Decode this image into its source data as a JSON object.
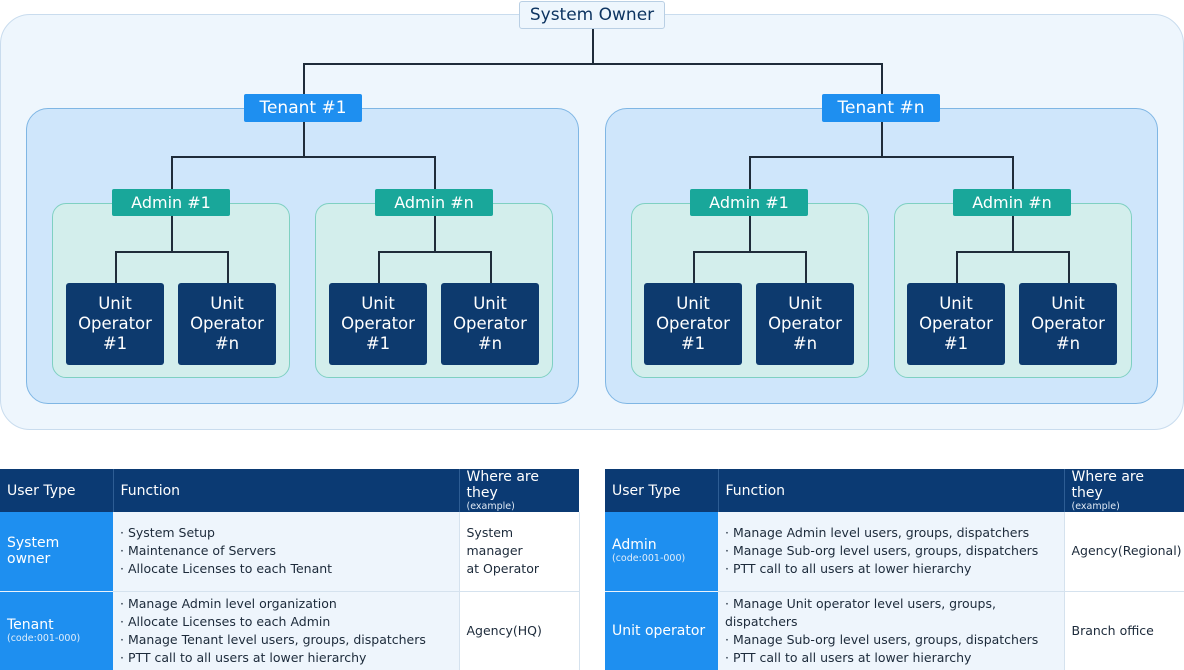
{
  "hierarchy": {
    "owner": "System Owner",
    "tenants": [
      {
        "label": "Tenant #1",
        "admins": [
          {
            "label": "Admin #1",
            "units": [
              [
                "Unit",
                "Operator",
                "#1"
              ],
              [
                "Unit",
                "Operator",
                "#n"
              ]
            ]
          },
          {
            "label": "Admin #n",
            "units": [
              [
                "Unit",
                "Operator",
                "#1"
              ],
              [
                "Unit",
                "Operator",
                "#n"
              ]
            ]
          }
        ]
      },
      {
        "label": "Tenant #n",
        "admins": [
          {
            "label": "Admin #1",
            "units": [
              [
                "Unit",
                "Operator",
                "#1"
              ],
              [
                "Unit",
                "Operator",
                "#n"
              ]
            ]
          },
          {
            "label": "Admin #n",
            "units": [
              [
                "Unit",
                "Operator",
                "#1"
              ],
              [
                "Unit",
                "Operator",
                "#n"
              ]
            ]
          }
        ]
      }
    ]
  },
  "tables": [
    {
      "headers": {
        "user_type": "User Type",
        "function": "Function",
        "where": "Where are they",
        "where_sub": "(example)"
      },
      "rows": [
        {
          "type": "System owner",
          "code": "",
          "functions": [
            "System Setup",
            "Maintenance of Servers",
            "Allocate Licenses to each Tenant"
          ],
          "where": [
            "System manager",
            "at Operator"
          ]
        },
        {
          "type": "Tenant",
          "code": "(code:001-000)",
          "functions": [
            "Manage Admin level organization",
            "Allocate Licenses to each Admin",
            "Manage Tenant level users, groups, dispatchers",
            "PTT call to all users at lower hierarchy"
          ],
          "where": [
            "Agency(HQ)"
          ]
        }
      ]
    },
    {
      "headers": {
        "user_type": "User Type",
        "function": "Function",
        "where": "Where are they",
        "where_sub": "(example)"
      },
      "rows": [
        {
          "type": "Admin",
          "code": "(code:001-000)",
          "functions": [
            "Manage Admin level users, groups, dispatchers",
            "Manage Sub-org level users, groups, dispatchers",
            "PTT call to all users at lower hierarchy"
          ],
          "where": [
            "Agency(Regional)"
          ]
        },
        {
          "type": "Unit operator",
          "code": "",
          "functions": [
            "Manage Unit operator level users, groups, dispatchers",
            "Manage Sub-org level users, groups, dispatchers",
            "PTT call to all users at lower hierarchy"
          ],
          "where": [
            "Branch office"
          ]
        }
      ]
    }
  ]
}
